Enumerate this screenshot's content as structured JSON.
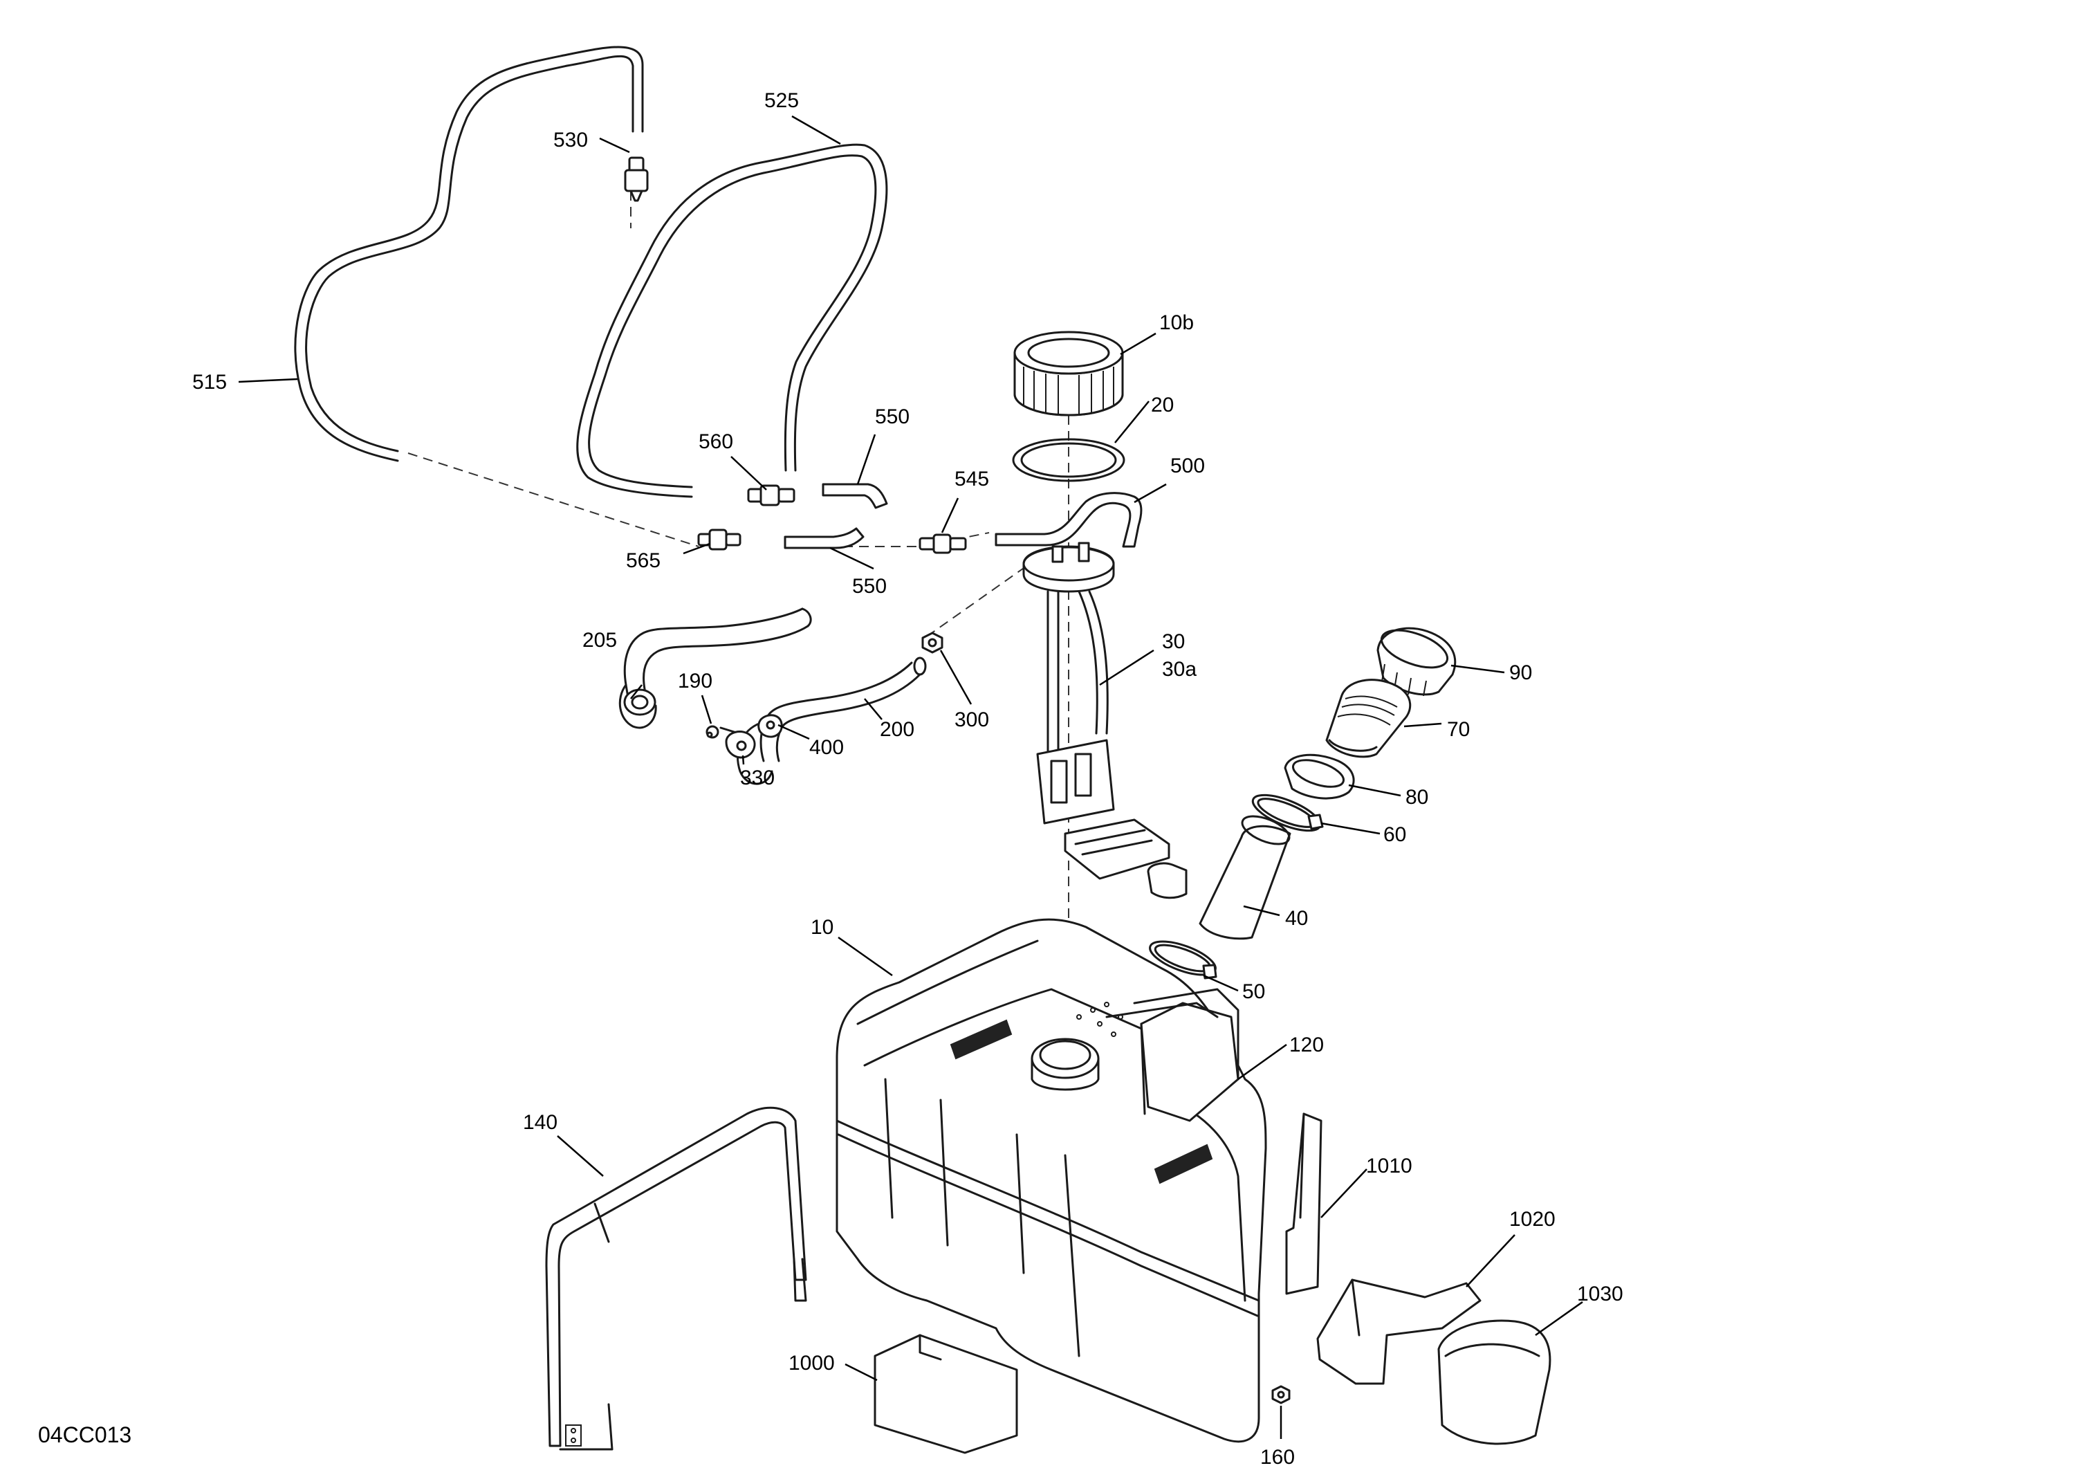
{
  "drawing_id": "04CC013",
  "callouts": {
    "c10": "10",
    "c10b": "10b",
    "c20": "20",
    "c30": "30",
    "c30a": "30a",
    "c40": "40",
    "c50": "50",
    "c60": "60",
    "c70": "70",
    "c80": "80",
    "c90": "90",
    "c120": "120",
    "c140": "140",
    "c160": "160",
    "c190": "190",
    "c200": "200",
    "c205": "205",
    "c300": "300",
    "c330": "330",
    "c400": "400",
    "c500": "500",
    "c515": "515",
    "c525": "525",
    "c530": "530",
    "c545": "545",
    "c550a": "550",
    "c550b": "550",
    "c560": "560",
    "c565": "565",
    "c1000": "1000",
    "c1010": "1010",
    "c1020": "1020",
    "c1030": "1030"
  }
}
